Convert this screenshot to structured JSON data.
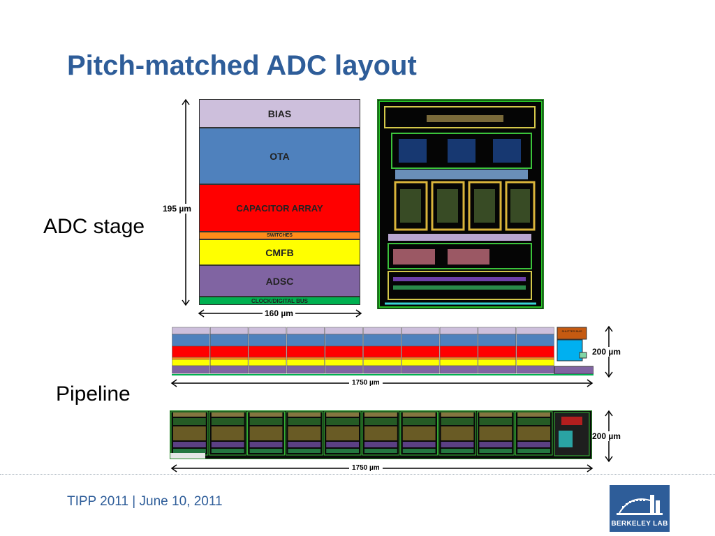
{
  "slide": {
    "title": "Pitch-matched ADC layout",
    "footer": "TIPP 2011 | June 10, 2011",
    "logo_text": "BERKELEY LAB"
  },
  "adc_stage": {
    "label": "ADC stage",
    "height_label": "195 µm",
    "width_label": "160 µm",
    "blocks": [
      {
        "name": "BIAS",
        "color": "#cdbfdc"
      },
      {
        "name": "OTA",
        "color": "#4f81bd"
      },
      {
        "name": "CAPACITOR ARRAY",
        "color": "#ff0000"
      },
      {
        "name": "SWITCHES",
        "color": "#ff8c1a"
      },
      {
        "name": "CMFB",
        "color": "#ffff00"
      },
      {
        "name": "ADSC",
        "color": "#8064a2"
      },
      {
        "name": "CLOCK/DIGITAL BUS",
        "color": "#00b050"
      }
    ]
  },
  "pipeline": {
    "label": "Pipeline",
    "height_label": "200 µm",
    "width_label": "1750 µm",
    "stage_count": 10,
    "bias_block_label": "SHUTTER BIAS",
    "layout_height_label": "200 µm",
    "layout_width_label": "1750 µm"
  }
}
